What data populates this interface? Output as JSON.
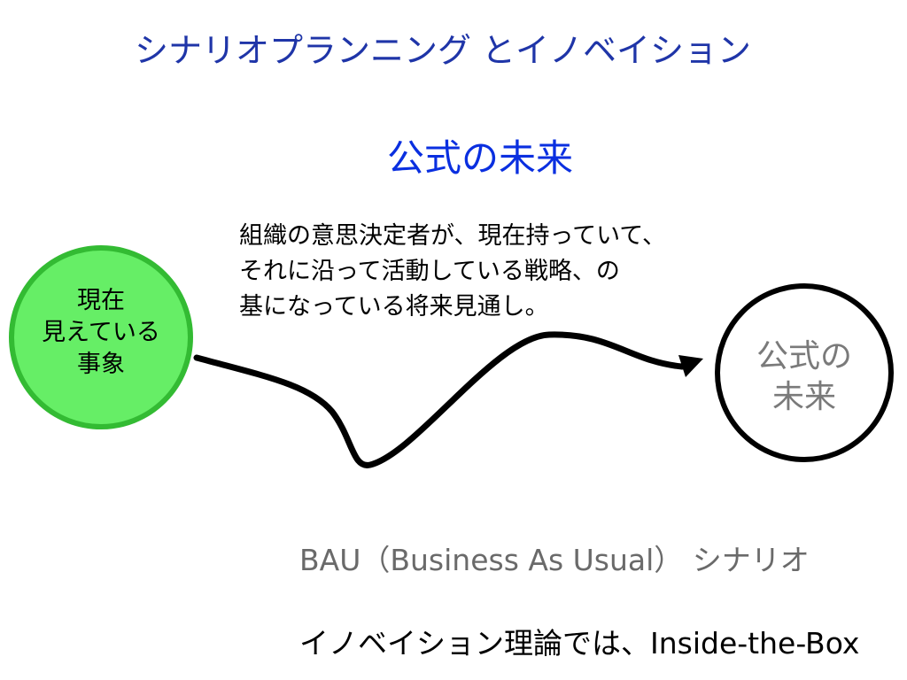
{
  "title": "シナリオプランニング とイノベイション",
  "subtitle": "公式の未来",
  "description": {
    "lines": [
      "組織の意思決定者が、現在持っていて、",
      "それに沿って活動している戦略、の",
      "基になっている将来見通し。"
    ]
  },
  "present_node": {
    "lines": [
      "現在",
      "見えている",
      "事象"
    ],
    "fill_color": "#66ee66",
    "stroke_color": "#33bb33"
  },
  "future_node": {
    "lines": [
      "公式の",
      "未来"
    ],
    "fill_color": "#ffffff",
    "stroke_color": "#000000"
  },
  "bau_caption": "BAU（Business As Usual） シナリオ",
  "innovation_caption": "イノベイション理論では、Inside-the-Box"
}
